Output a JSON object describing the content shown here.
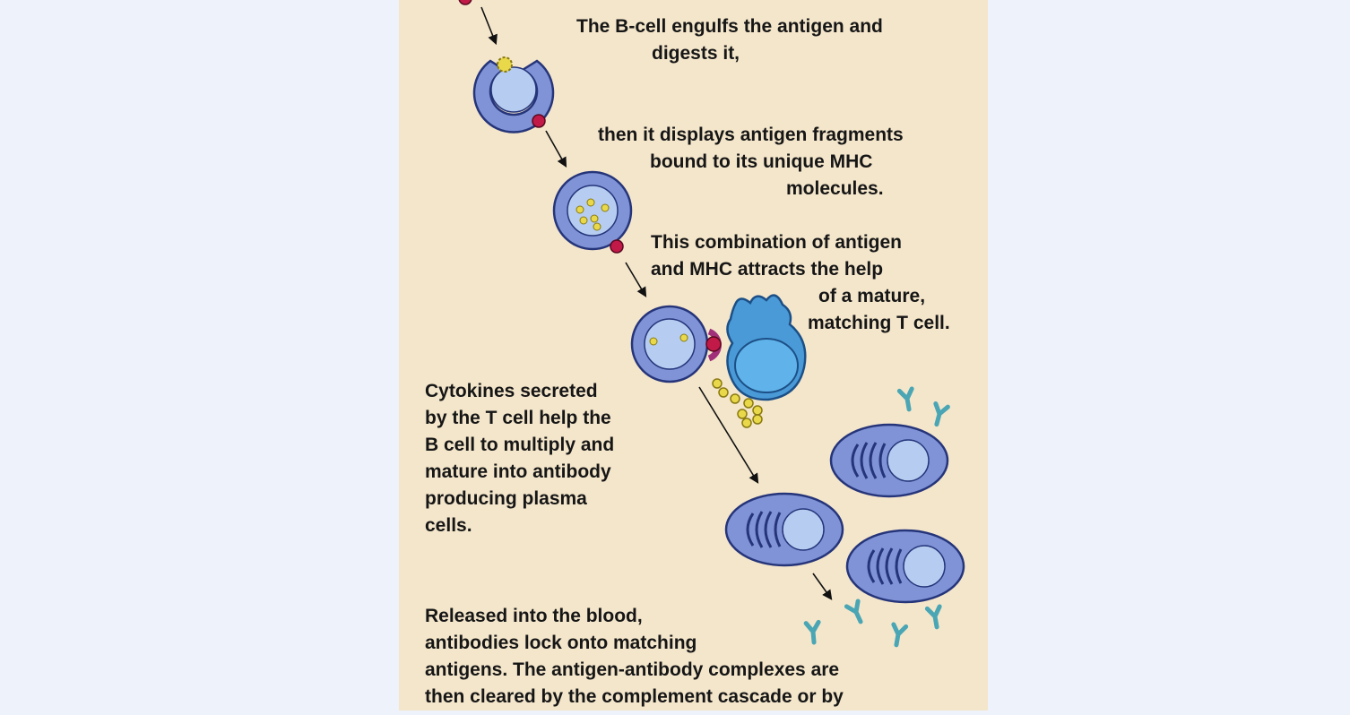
{
  "captions": {
    "engulf": [
      "The B-cell engulfs the antigen and",
      "digests it,"
    ],
    "display": [
      "then it displays antigen fragments",
      "bound to its unique MHC",
      "molecules."
    ],
    "combination": [
      "This combination of antigen",
      "and MHC attracts the help",
      "of a  mature,",
      "matching T cell."
    ],
    "cytokines": [
      "Cytokines secreted",
      "by the T cell help the",
      "B cell to multiply and",
      "mature into antibody",
      "producing plasma",
      "cells."
    ],
    "released": [
      "Released into the blood,",
      "antibodies lock onto matching",
      "antigens. The antigen-antibody complexes are",
      "then cleared by the complement cascade or by"
    ]
  },
  "colors": {
    "page_background": "#eef2fa",
    "panel_background": "#f4e6cb",
    "cell_membrane": "#7f93d6",
    "cell_outline": "#26357a",
    "cell_nucleus": "#b6cdf1",
    "t_cell": "#4a9ad8",
    "t_cell_nucleus": "#5fb3ea",
    "mhc_marker": "#c21a48",
    "antigen": "#e8d84a",
    "antibody": "#4aa6b4"
  }
}
